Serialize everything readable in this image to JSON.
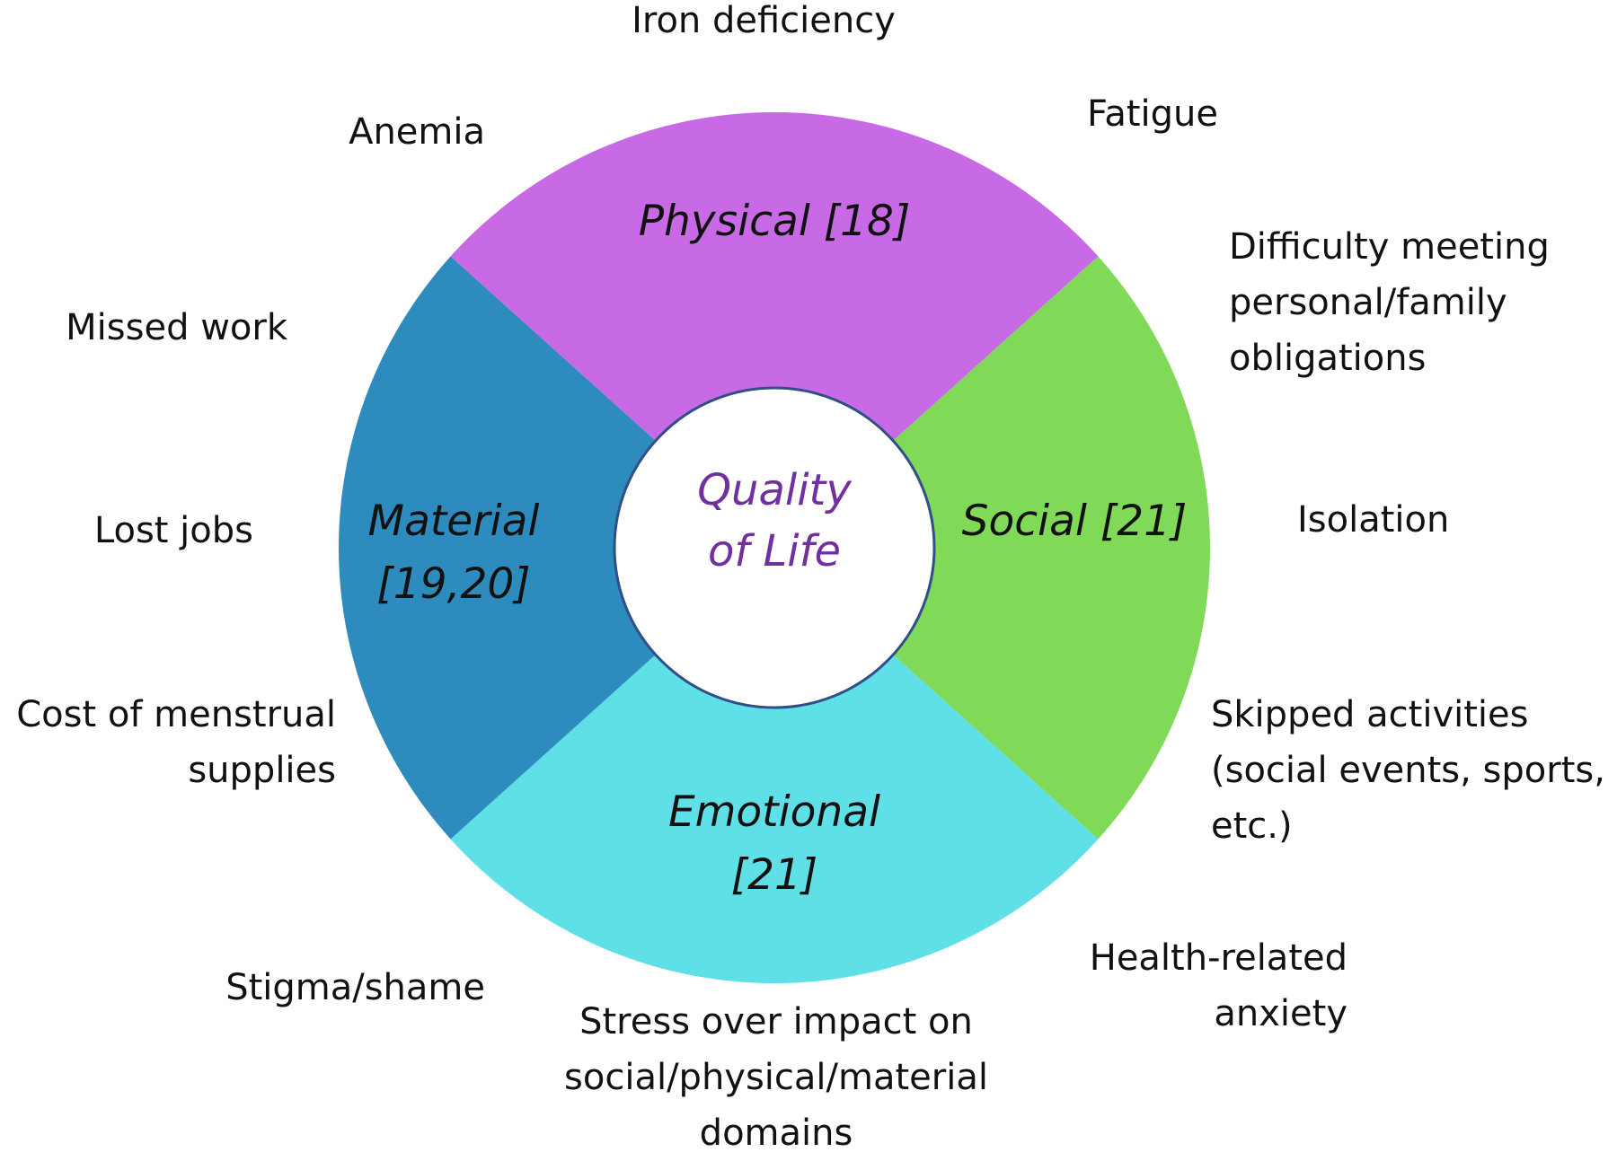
{
  "center": {
    "line1": "Quality",
    "line2": "of Life",
    "color": "#7030a0"
  },
  "segments": [
    {
      "id": "physical",
      "line1": "Physical [18]",
      "line2": "",
      "color": "#c86ae6"
    },
    {
      "id": "social",
      "line1": "Social [21]",
      "line2": "",
      "color": "#80d957"
    },
    {
      "id": "emotional",
      "line1": "Emotional",
      "line2": "[21]",
      "color": "#5fdfe6"
    },
    {
      "id": "material",
      "line1": "Material",
      "line2": "[19,20]",
      "color": "#2e8bbd"
    }
  ],
  "labels": {
    "iron": "Iron deficiency",
    "anemia": "Anemia",
    "fatigue": "Fatigue",
    "difficulty": "Difficulty meeting\npersonal/family\nobligations",
    "missed": "Missed work",
    "isolation": "Isolation",
    "lost": "Lost jobs",
    "cost": "Cost of menstrual\nsupplies",
    "skipped": "Skipped activities\n(social events, sports,\netc.)",
    "health": "Health-related\nanxiety",
    "stigma": "Stigma/shame",
    "stress": "Stress over impact on\nsocial/physical/material\ndomains"
  }
}
